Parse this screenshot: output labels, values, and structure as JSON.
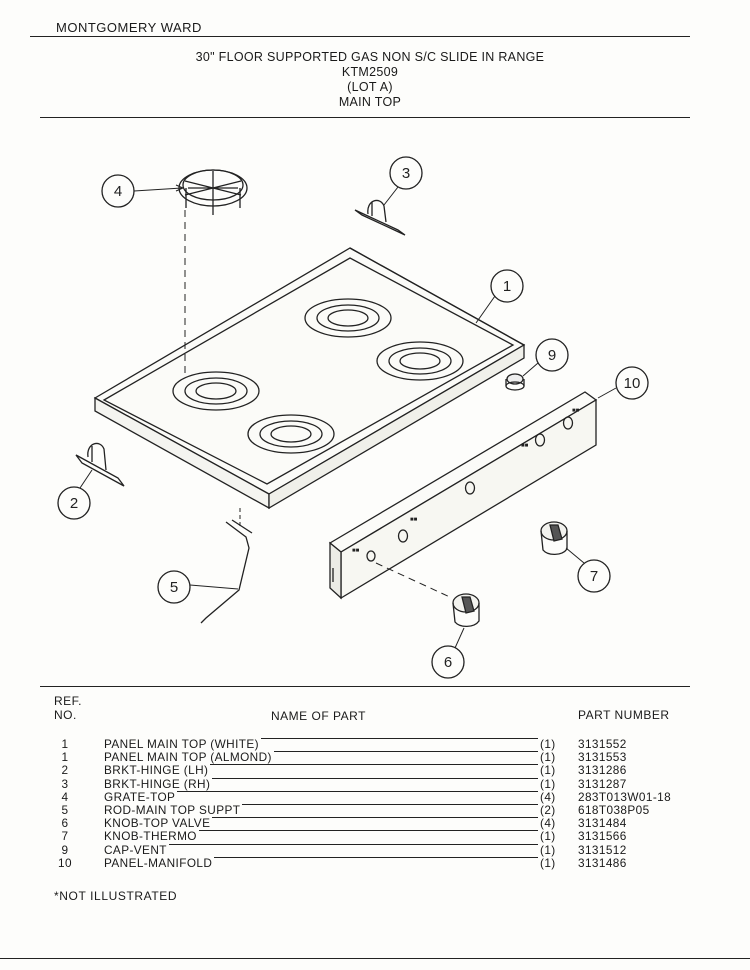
{
  "header": {
    "brand": "MONTGOMERY WARD",
    "title_lines": [
      "30\" FLOOR SUPPORTED GAS NON S/C SLIDE IN RANGE",
      "KTM2509",
      "(LOT A)",
      "MAIN TOP"
    ]
  },
  "diagram": {
    "callouts": [
      "1",
      "2",
      "3",
      "4",
      "5",
      "6",
      "7",
      "9",
      "10"
    ]
  },
  "table": {
    "headers": {
      "ref_line1": "REF.",
      "ref_line2": "NO.",
      "name": "NAME OF PART",
      "part": "PART NUMBER"
    },
    "rows": [
      {
        "ref": "1",
        "name": "PANEL MAIN TOP (WHITE)",
        "qty": "(1)",
        "part": "3131552"
      },
      {
        "ref": "1",
        "name": "PANEL MAIN TOP (ALMOND)",
        "qty": "(1)",
        "part": "3131553"
      },
      {
        "ref": "2",
        "name": "BRKT-HINGE (LH)",
        "qty": "(1)",
        "part": "3131286"
      },
      {
        "ref": "3",
        "name": "BRKT-HINGE (RH)",
        "qty": "(1)",
        "part": "3131287"
      },
      {
        "ref": "4",
        "name": "GRATE-TOP",
        "qty": "(4)",
        "part": "283T013W01-18"
      },
      {
        "ref": "5",
        "name": "ROD-MAIN TOP SUPPT",
        "qty": "(2)",
        "part": "618T038P05"
      },
      {
        "ref": "6",
        "name": "KNOB-TOP VALVE",
        "qty": "(4)",
        "part": "3131484"
      },
      {
        "ref": "7",
        "name": "KNOB-THERMO",
        "qty": "(1)",
        "part": "3131566"
      },
      {
        "ref": "9",
        "name": "CAP-VENT",
        "qty": "(1)",
        "part": "3131512"
      },
      {
        "ref": "10",
        "name": "PANEL-MANIFOLD",
        "qty": "(1)",
        "part": "3131486"
      }
    ],
    "note": "*NOT ILLUSTRATED"
  }
}
